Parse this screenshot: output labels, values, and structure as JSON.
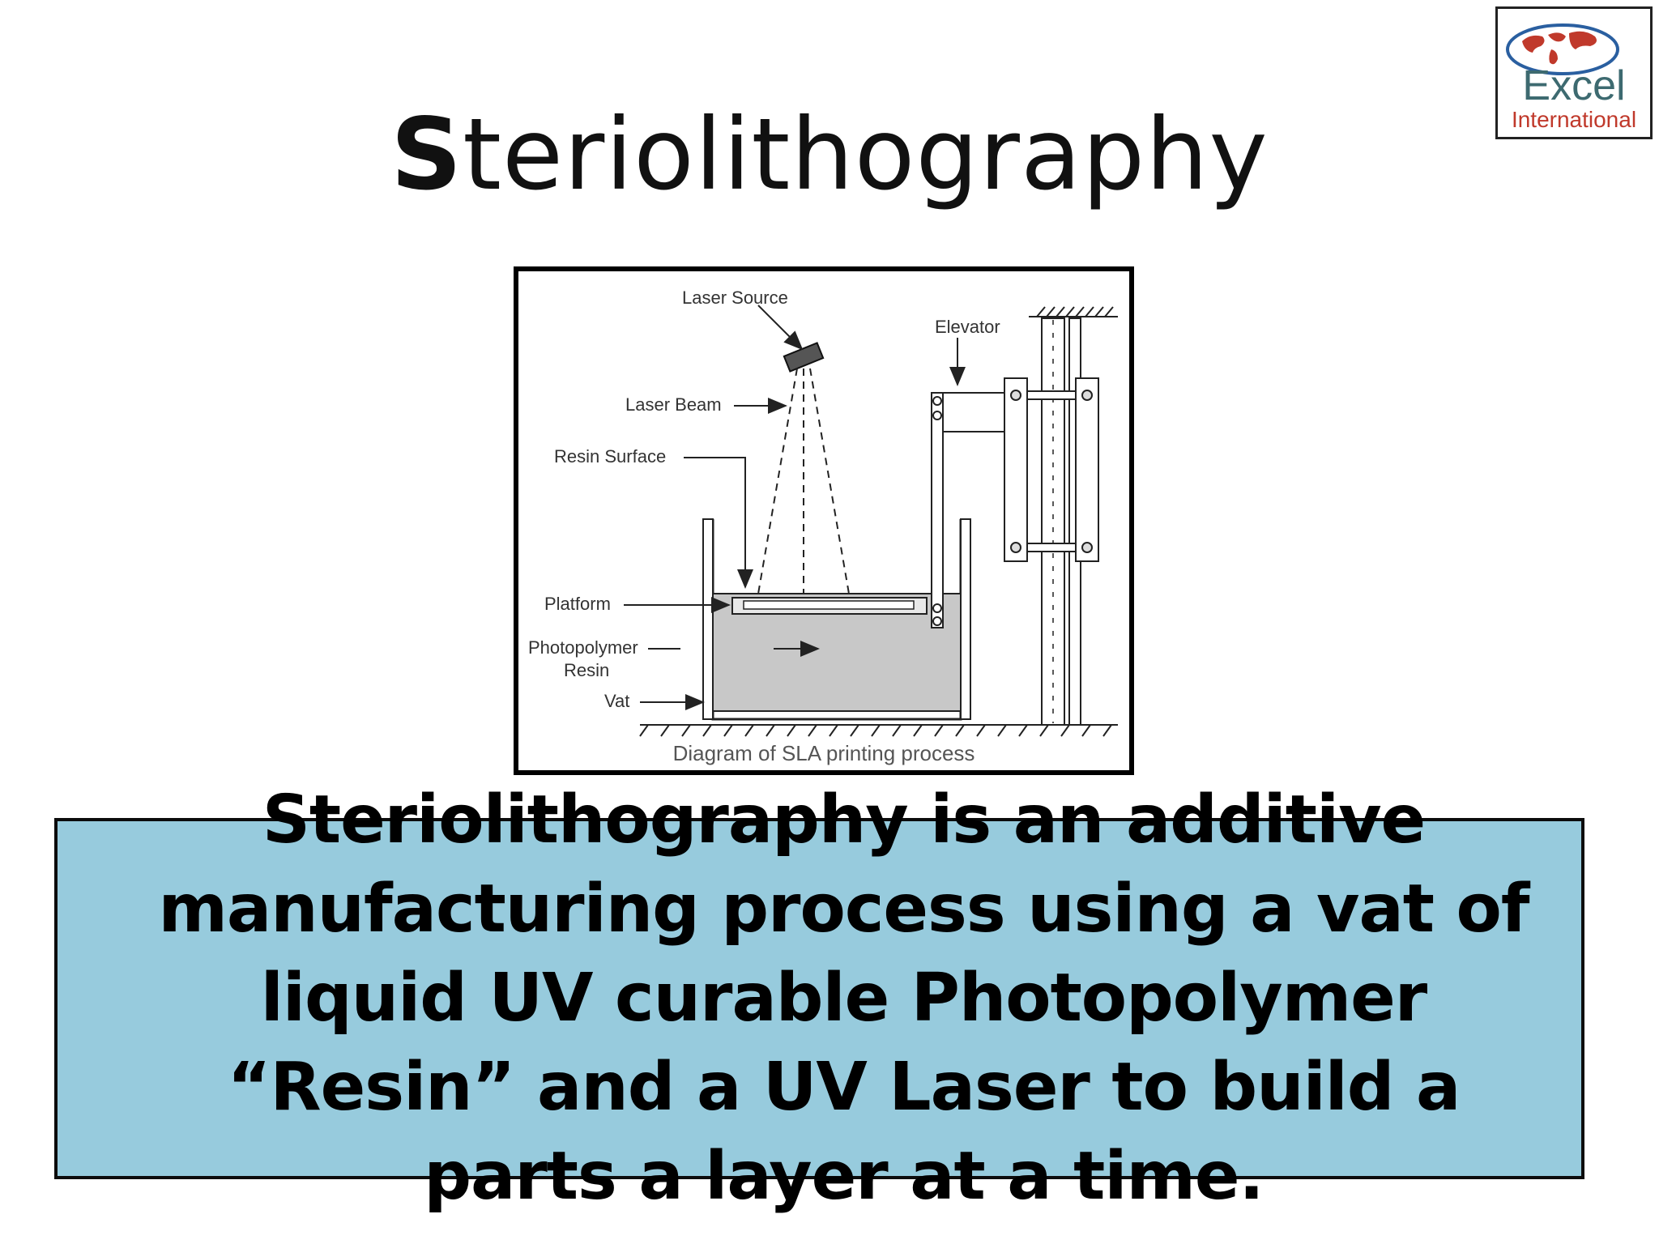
{
  "slide": {
    "title_first_letter": "S",
    "title_rest": "teriolithography",
    "logo": {
      "line1": "Excel",
      "line2": "International"
    },
    "diagram": {
      "labels": {
        "laser_source": "Laser Source",
        "elevator": "Elevator",
        "laser_beam": "Laser Beam",
        "resin_surface": "Resin Surface",
        "platform": "Platform",
        "photopolymer_line1": "Photopolymer",
        "photopolymer_line2": "Resin",
        "vat": "Vat"
      },
      "caption": "Diagram of SLA printing process"
    },
    "description": "Steriolithography is an additive manufacturing process using a vat of liquid UV curable Photopolymer “Resin” and a UV Laser to build a parts a layer at a time."
  },
  "colors": {
    "description_bg": "#97cbdd",
    "resin_fill": "#c8c8c8",
    "logo_blue": "#2a5fa0",
    "logo_red": "#c0392b"
  }
}
